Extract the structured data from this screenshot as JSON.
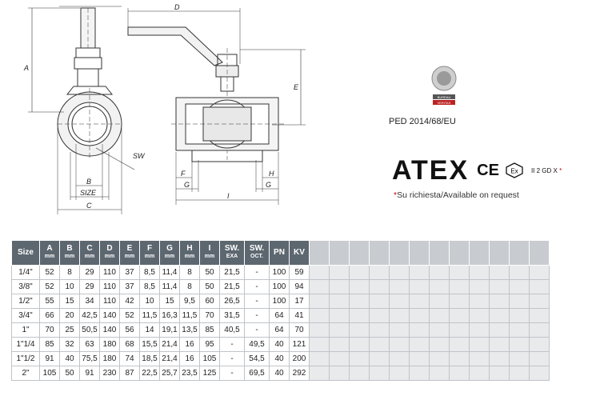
{
  "drawing": {
    "dimension_labels": {
      "a": "A",
      "b": "B",
      "c": "C",
      "d": "D",
      "e": "E",
      "f": "F",
      "g": "G",
      "h": "H",
      "i": "I",
      "g2": "G",
      "size": "SIZE",
      "sw": "SW"
    }
  },
  "certification": {
    "badge_top": "BUREAU",
    "badge_bottom": "VERITAS",
    "ped": "PED 2014/68/EU"
  },
  "atex": {
    "logo": "ATEX",
    "ce": "CE",
    "ex": "Ex",
    "code": "II 2 GD X",
    "star": "*",
    "note_star": "*",
    "note": "Su richiesta/Available on request"
  },
  "table": {
    "headers": [
      {
        "label": "Size",
        "unit": ""
      },
      {
        "label": "A",
        "unit": "mm"
      },
      {
        "label": "B",
        "unit": "mm"
      },
      {
        "label": "C",
        "unit": "mm"
      },
      {
        "label": "D",
        "unit": "mm"
      },
      {
        "label": "E",
        "unit": "mm"
      },
      {
        "label": "F",
        "unit": "mm"
      },
      {
        "label": "G",
        "unit": "mm"
      },
      {
        "label": "H",
        "unit": "mm"
      },
      {
        "label": "I",
        "unit": "mm"
      },
      {
        "label": "SW.",
        "unit": "EXA"
      },
      {
        "label": "SW.",
        "unit": "OCT."
      },
      {
        "label": "PN",
        "unit": ""
      },
      {
        "label": "KV",
        "unit": ""
      }
    ],
    "rows": [
      [
        "1/4\"",
        "52",
        "8",
        "29",
        "110",
        "37",
        "8,5",
        "11,4",
        "8",
        "50",
        "21,5",
        "-",
        "100",
        "59"
      ],
      [
        "3/8\"",
        "52",
        "10",
        "29",
        "110",
        "37",
        "8,5",
        "11,4",
        "8",
        "50",
        "21,5",
        "-",
        "100",
        "94"
      ],
      [
        "1/2\"",
        "55",
        "15",
        "34",
        "110",
        "42",
        "10",
        "15",
        "9,5",
        "60",
        "26,5",
        "-",
        "100",
        "17"
      ],
      [
        "3/4\"",
        "66",
        "20",
        "42,5",
        "140",
        "52",
        "11,5",
        "16,3",
        "11,5",
        "70",
        "31,5",
        "-",
        "64",
        "41"
      ],
      [
        "1\"",
        "70",
        "25",
        "50,5",
        "140",
        "56",
        "14",
        "19,1",
        "13,5",
        "85",
        "40,5",
        "-",
        "64",
        "70"
      ],
      [
        "1\"1/4",
        "85",
        "32",
        "63",
        "180",
        "68",
        "15,5",
        "21,4",
        "16",
        "95",
        "-",
        "49,5",
        "40",
        "121"
      ],
      [
        "1\"1/2",
        "91",
        "40",
        "75,5",
        "180",
        "74",
        "18,5",
        "21,4",
        "16",
        "105",
        "-",
        "54,5",
        "40",
        "200"
      ],
      [
        "2\"",
        "105",
        "50",
        "91",
        "230",
        "87",
        "22,5",
        "25,7",
        "23,5",
        "125",
        "-",
        "69,5",
        "40",
        "292"
      ]
    ]
  }
}
